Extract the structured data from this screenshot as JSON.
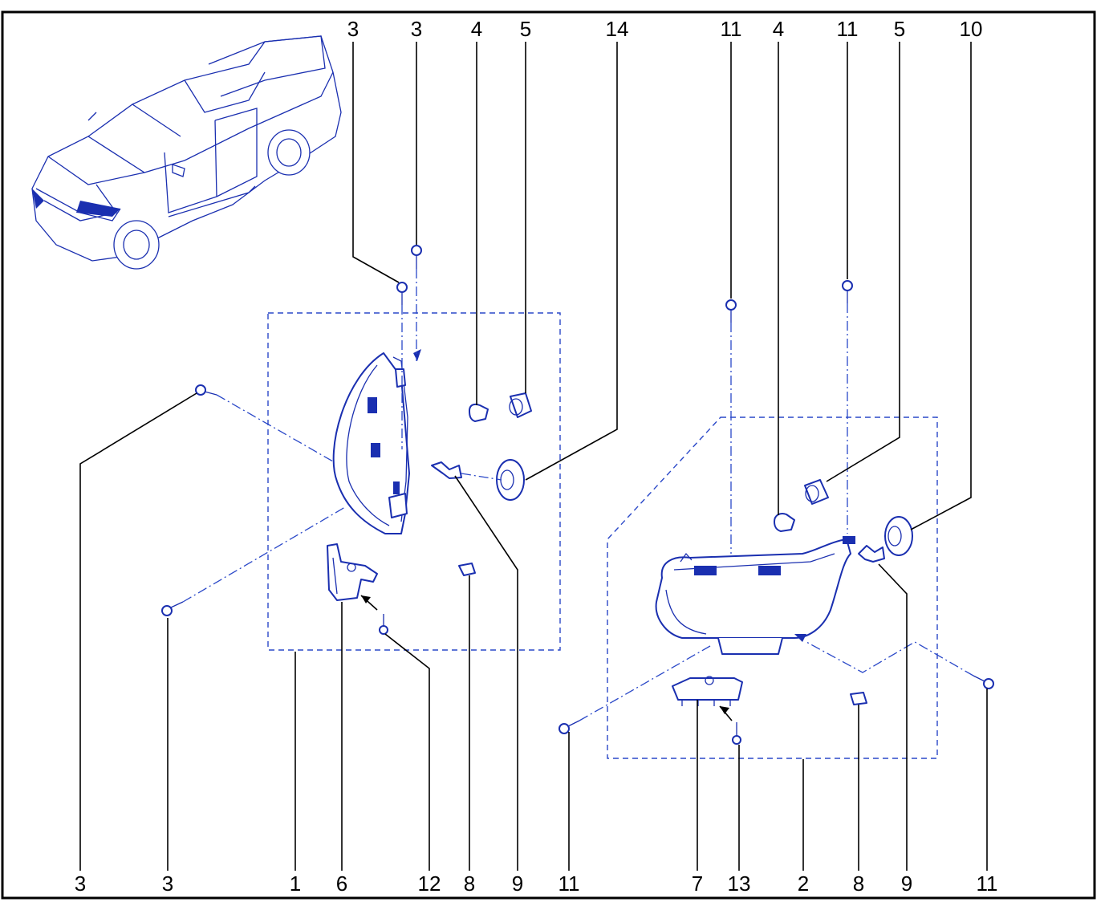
{
  "accent_color": "#1a2fb0",
  "callouts": [
    {
      "id": "top-3a",
      "label": "3"
    },
    {
      "id": "top-3b",
      "label": "3"
    },
    {
      "id": "top-4a",
      "label": "4"
    },
    {
      "id": "top-5a",
      "label": "5"
    },
    {
      "id": "top-14",
      "label": "14"
    },
    {
      "id": "top-11a",
      "label": "11"
    },
    {
      "id": "top-4b",
      "label": "4"
    },
    {
      "id": "top-11b",
      "label": "11"
    },
    {
      "id": "top-5b",
      "label": "5"
    },
    {
      "id": "top-10",
      "label": "10"
    },
    {
      "id": "bot-3a",
      "label": "3"
    },
    {
      "id": "bot-3b",
      "label": "3"
    },
    {
      "id": "bot-1",
      "label": "1"
    },
    {
      "id": "bot-6",
      "label": "6"
    },
    {
      "id": "bot-12",
      "label": "12"
    },
    {
      "id": "bot-8a",
      "label": "8"
    },
    {
      "id": "bot-9a",
      "label": "9"
    },
    {
      "id": "bot-11a",
      "label": "11"
    },
    {
      "id": "bot-7",
      "label": "7"
    },
    {
      "id": "bot-13",
      "label": "13"
    },
    {
      "id": "bot-2",
      "label": "2"
    },
    {
      "id": "bot-8b",
      "label": "8"
    },
    {
      "id": "bot-9b",
      "label": "9"
    },
    {
      "id": "bot-11b",
      "label": "11"
    }
  ]
}
